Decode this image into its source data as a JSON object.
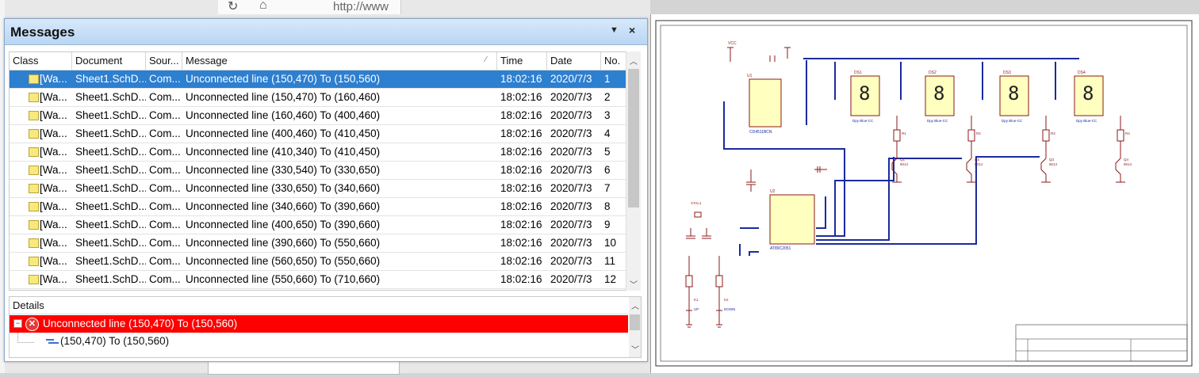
{
  "browser": {
    "url_text": "http://www"
  },
  "panel": {
    "title": "Messages",
    "menu_icon": "dropdown-triangle-icon",
    "close_label": "×"
  },
  "columns": [
    "Class",
    "Document",
    "Sour...",
    "Message",
    "Time",
    "Date",
    "No."
  ],
  "rows": [
    {
      "class": "[Wa...",
      "document": "Sheet1.SchD...",
      "source": "Com...",
      "message": "Unconnected line (150,470) To (150,560)",
      "time": "18:02:16",
      "date": "2020/7/3",
      "no": "1",
      "selected": true
    },
    {
      "class": "[Wa...",
      "document": "Sheet1.SchD...",
      "source": "Com...",
      "message": "Unconnected line (150,470) To (160,460)",
      "time": "18:02:16",
      "date": "2020/7/3",
      "no": "2"
    },
    {
      "class": "[Wa...",
      "document": "Sheet1.SchD...",
      "source": "Com...",
      "message": "Unconnected line (160,460) To (400,460)",
      "time": "18:02:16",
      "date": "2020/7/3",
      "no": "3"
    },
    {
      "class": "[Wa...",
      "document": "Sheet1.SchD...",
      "source": "Com...",
      "message": "Unconnected line (400,460) To (410,450)",
      "time": "18:02:16",
      "date": "2020/7/3",
      "no": "4"
    },
    {
      "class": "[Wa...",
      "document": "Sheet1.SchD...",
      "source": "Com...",
      "message": "Unconnected line (410,340) To (410,450)",
      "time": "18:02:16",
      "date": "2020/7/3",
      "no": "5"
    },
    {
      "class": "[Wa...",
      "document": "Sheet1.SchD...",
      "source": "Com...",
      "message": "Unconnected line (330,540) To (330,650)",
      "time": "18:02:16",
      "date": "2020/7/3",
      "no": "6"
    },
    {
      "class": "[Wa...",
      "document": "Sheet1.SchD...",
      "source": "Com...",
      "message": "Unconnected line (330,650) To (340,660)",
      "time": "18:02:16",
      "date": "2020/7/3",
      "no": "7"
    },
    {
      "class": "[Wa...",
      "document": "Sheet1.SchD...",
      "source": "Com...",
      "message": "Unconnected line (340,660) To (390,660)",
      "time": "18:02:16",
      "date": "2020/7/3",
      "no": "8"
    },
    {
      "class": "[Wa...",
      "document": "Sheet1.SchD...",
      "source": "Com...",
      "message": "Unconnected line (400,650) To (390,660)",
      "time": "18:02:16",
      "date": "2020/7/3",
      "no": "9"
    },
    {
      "class": "[Wa...",
      "document": "Sheet1.SchD...",
      "source": "Com...",
      "message": "Unconnected line (390,660) To (550,660)",
      "time": "18:02:16",
      "date": "2020/7/3",
      "no": "10"
    },
    {
      "class": "[Wa...",
      "document": "Sheet1.SchD...",
      "source": "Com...",
      "message": "Unconnected line (560,650) To (550,660)",
      "time": "18:02:16",
      "date": "2020/7/3",
      "no": "11"
    },
    {
      "class": "[Wa...",
      "document": "Sheet1.SchD...",
      "source": "Com...",
      "message": "Unconnected line (550,660) To (710,660)",
      "time": "18:02:16",
      "date": "2020/7/3",
      "no": "12"
    }
  ],
  "details": {
    "header": "Details",
    "error_text": "Unconnected line (150,470) To (150,560)",
    "child_text": "(150,470) To (150,560)"
  },
  "schematic": {
    "chip1_label": "U1",
    "chip1_part": "CD4511BCN",
    "chip2_label": "U2",
    "chip2_part": "AT89C2051",
    "displays": [
      "DS1",
      "DS2",
      "DS3",
      "DS4"
    ],
    "display_part": "Dpy Blue-CC",
    "resistors": [
      "R1",
      "R2",
      "R3",
      "R4"
    ],
    "transistors": [
      "Q1",
      "Q2",
      "Q3",
      "Q4"
    ],
    "transistor_part": "9014",
    "buttons": [
      "K1",
      "K2"
    ],
    "button_labels": [
      "UP",
      "DOWN"
    ],
    "crystal": "XTAL1",
    "vcc": "VCC",
    "colors": {
      "wire": "#1c2a9e",
      "part": "#8b1a1a",
      "fill": "#ffffbf"
    }
  }
}
